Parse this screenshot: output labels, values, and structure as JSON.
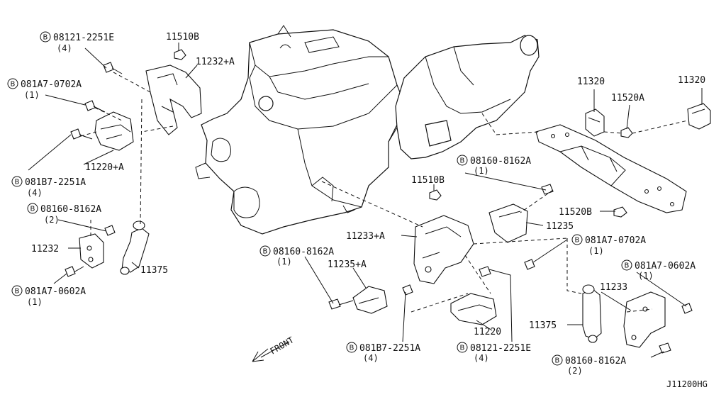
{
  "labels": {
    "b_08121_2251e_top": "08121-2251E",
    "q_4_top": "(4)",
    "p_11510b_top": "11510B",
    "p_11232a": "11232+A",
    "b_081a7_0702a_left": "081A7-0702A",
    "q_1_left": "(1)",
    "p_11220a": "11220+A",
    "b_081b7_2251a_left": "081B7-2251A",
    "q_4_left": "(4)",
    "b_08160_8162a_left": "08160-8162A",
    "q_2_left": "(2)",
    "p_11232": "11232",
    "p_11375_left": "11375",
    "b_081a7_0602a_left": "081A7-0602A",
    "q_1_left2": "(1)",
    "p_11320_a": "11320",
    "p_11320_b": "11320",
    "p_11520a": "11520A",
    "b_08160_8162a_mid": "08160-8162A",
    "q_1_mid": "(1)",
    "p_11510b_mid": "11510B",
    "p_11520b": "11520B",
    "p_11235": "11235",
    "p_11233a": "11233+A",
    "b_081a7_0702a_right": "081A7-0702A",
    "q_1_right": "(1)",
    "b_08160_8162a_center": "08160-8162A",
    "q_1_center": "(1)",
    "p_11235a": "11235+A",
    "b_081a7_0602a_right": "081A7-0602A",
    "q_1_right2": "(1)",
    "p_11233": "11233",
    "p_11220": "11220",
    "p_11375_right": "11375",
    "b_081b7_2251a_bottom": "081B7-2251A",
    "q_4_bottom": "(4)",
    "b_08121_2251e_bottom": "08121-2251E",
    "q_4_bottom2": "(4)",
    "b_08160_8162a_bottom": "08160-8162A",
    "q_2_bottom": "(2)",
    "front": "FRONT",
    "ref_code": "J11200HG",
    "b_symbol": "B"
  }
}
